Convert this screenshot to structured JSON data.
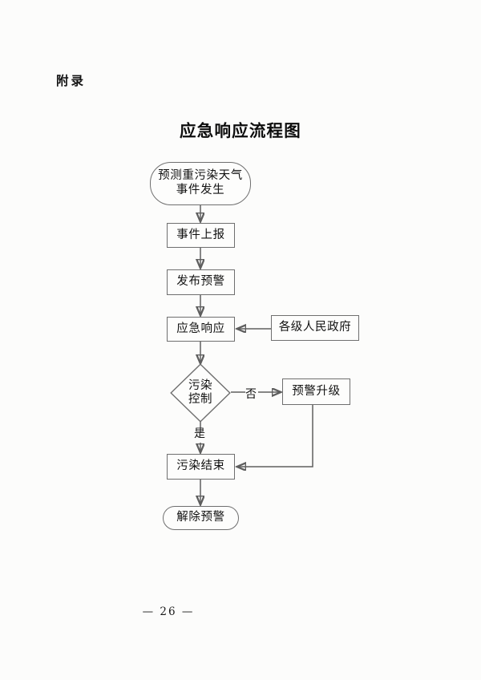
{
  "document": {
    "appendix_label": "附录",
    "title": "应急响应流程图",
    "page_number": "— 26 —"
  },
  "flowchart": {
    "nodes": [
      {
        "id": "start",
        "shape": "stadium",
        "label": "预测重污染天气\n事件发生"
      },
      {
        "id": "report",
        "shape": "rect",
        "label": "事件上报"
      },
      {
        "id": "warning",
        "shape": "rect",
        "label": "发布预警"
      },
      {
        "id": "response",
        "shape": "rect",
        "label": "应急响应"
      },
      {
        "id": "government",
        "shape": "rect",
        "label": "各级人民政府"
      },
      {
        "id": "decision",
        "shape": "diamond",
        "label": "污染\n控制"
      },
      {
        "id": "escalate",
        "shape": "rect",
        "label": "预警升级"
      },
      {
        "id": "end_pollut",
        "shape": "rect",
        "label": "污染结束"
      },
      {
        "id": "lift",
        "shape": "stadium",
        "label": "解除预警"
      }
    ],
    "edge_labels": {
      "no": "否",
      "yes": "是"
    },
    "colors": {
      "stroke": "#5e5e5e",
      "node_border": "#6f6f6f",
      "text": "#111111",
      "page_background": "#fcfcfb"
    }
  }
}
